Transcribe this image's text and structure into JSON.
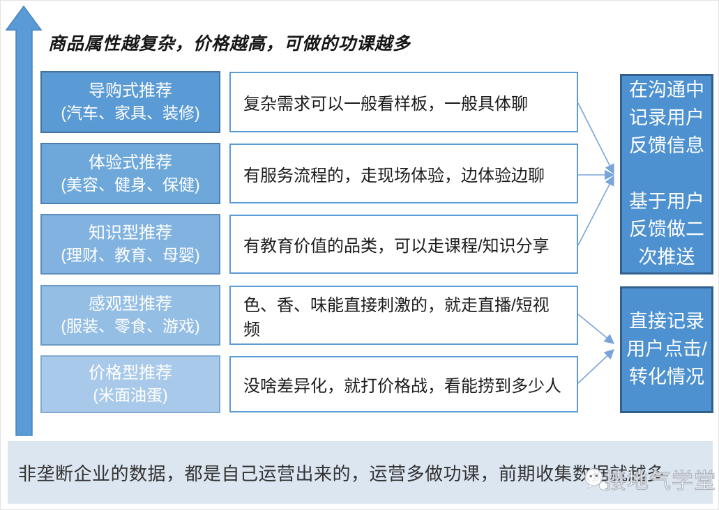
{
  "title": "商品属性越复杂，价格越高，可做的功课越多",
  "rows": [
    {
      "category": "导购式推荐",
      "examples": "(汽车、家具、装修)",
      "note": "复杂需求可以一般看样板，一般具体聊",
      "fill": "#5B9BD5",
      "border": "#41719C"
    },
    {
      "category": "体验式推荐",
      "examples": "(美容、健身、保健)",
      "note": "有服务流程的，走现场体验，边体验边聊",
      "fill": "#6EA8DB",
      "border": "#4D7FAE"
    },
    {
      "category": "知识型推荐",
      "examples": "(理财、教育、母婴)",
      "note": "有教育价值的品类，可以走课程/知识分享",
      "fill": "#82B3E0",
      "border": "#5A8DBC"
    },
    {
      "category": "感观型推荐",
      "examples": "(服装、零食、游戏)",
      "note": "色、香、味能直接刺激的，就走直播/短视频",
      "fill": "#95BEE5",
      "border": "#6B9AC6"
    },
    {
      "category": "价格型推荐",
      "examples": "(米面油蛋)",
      "note": "没啥差异化，就打价格战，看能捞到多少人",
      "fill": "#A9C9EA",
      "border": "#7FA9D1"
    }
  ],
  "outcomes": [
    {
      "text": "在沟通中\n记录用户\n反馈信息\n\n基于用户\n反馈做二\n次推送",
      "fill": "#4E91D0",
      "border": "#31608F"
    },
    {
      "text": "直接记录\n用户点击/\n转化情况",
      "fill": "#4E91D0",
      "border": "#31608F"
    }
  ],
  "footer": {
    "text": "非垄断企业的数据，都是自己运营出来的，运营多做功课，前期收集数据就越多",
    "bg": "#DCE6F1"
  },
  "watermark": {
    "text": "接地气学堂"
  },
  "colors": {
    "connector": "#78A4DA",
    "note_border": "#5B9BD5",
    "axis_arrow": "#5B9BD5",
    "axis_arrow_edge": "#4384C4"
  }
}
